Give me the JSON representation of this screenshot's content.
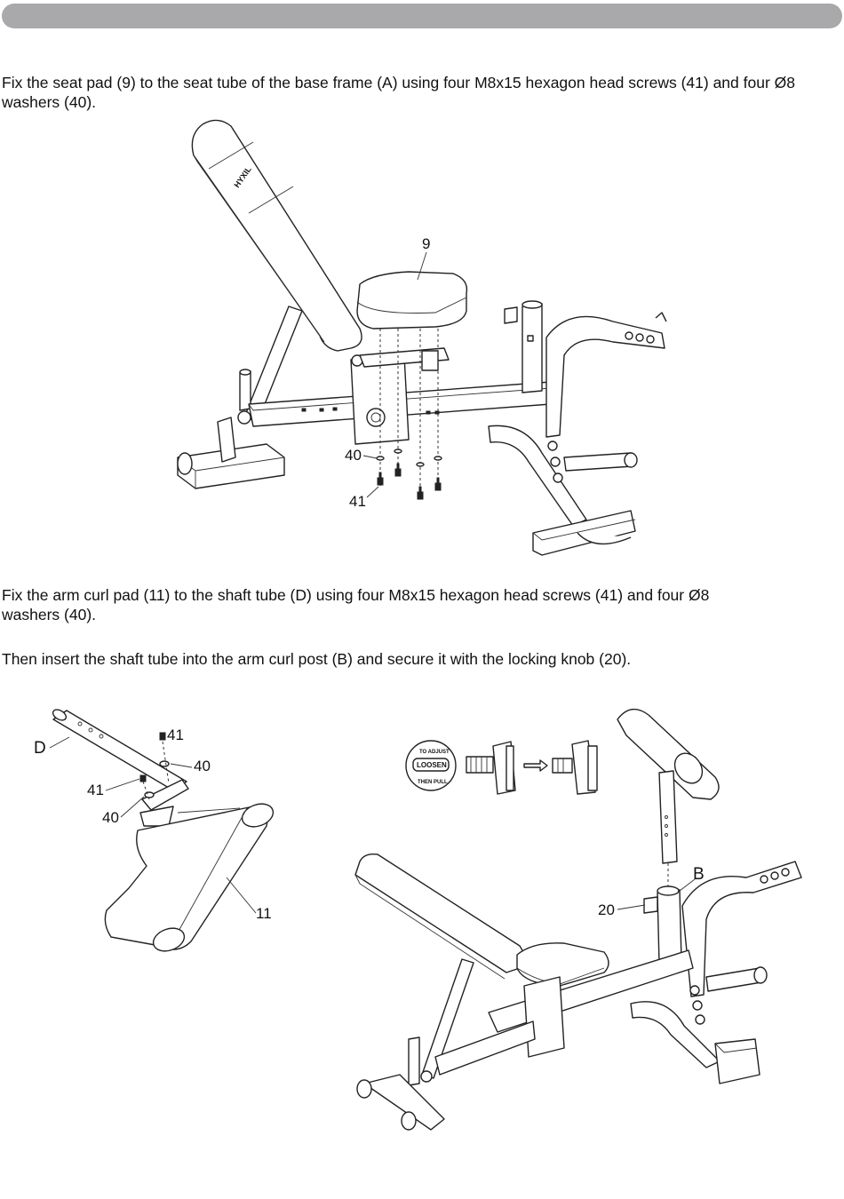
{
  "step1": {
    "instruction": "Fix the seat pad (9) to the seat tube of the base frame (A) using four M8x15 hexagon head screws (41) and four Ø8 washers (40).",
    "callouts": {
      "seat_pad": "9",
      "washers": "40",
      "screws": "41"
    },
    "logo_text": "HYXIL"
  },
  "step2": {
    "instruction": "Fix the arm curl pad (11) to the shaft tube (D) using four M8x15 hexagon head screws (41) and four Ø8 washers (40).",
    "instruction2": "Then insert the shaft tube into the arm curl post (B) and secure it with the locking knob (20).",
    "callouts": {
      "shaft_tube": "D",
      "screw_a": "41",
      "washer_a": "40",
      "screw_b": "41",
      "washer_b": "40",
      "pad": "11",
      "knob": "20",
      "post": "B"
    },
    "knob_label": {
      "top": "TO ADJUST",
      "center": "LOOSEN",
      "bottom": "THEN PULL"
    }
  }
}
